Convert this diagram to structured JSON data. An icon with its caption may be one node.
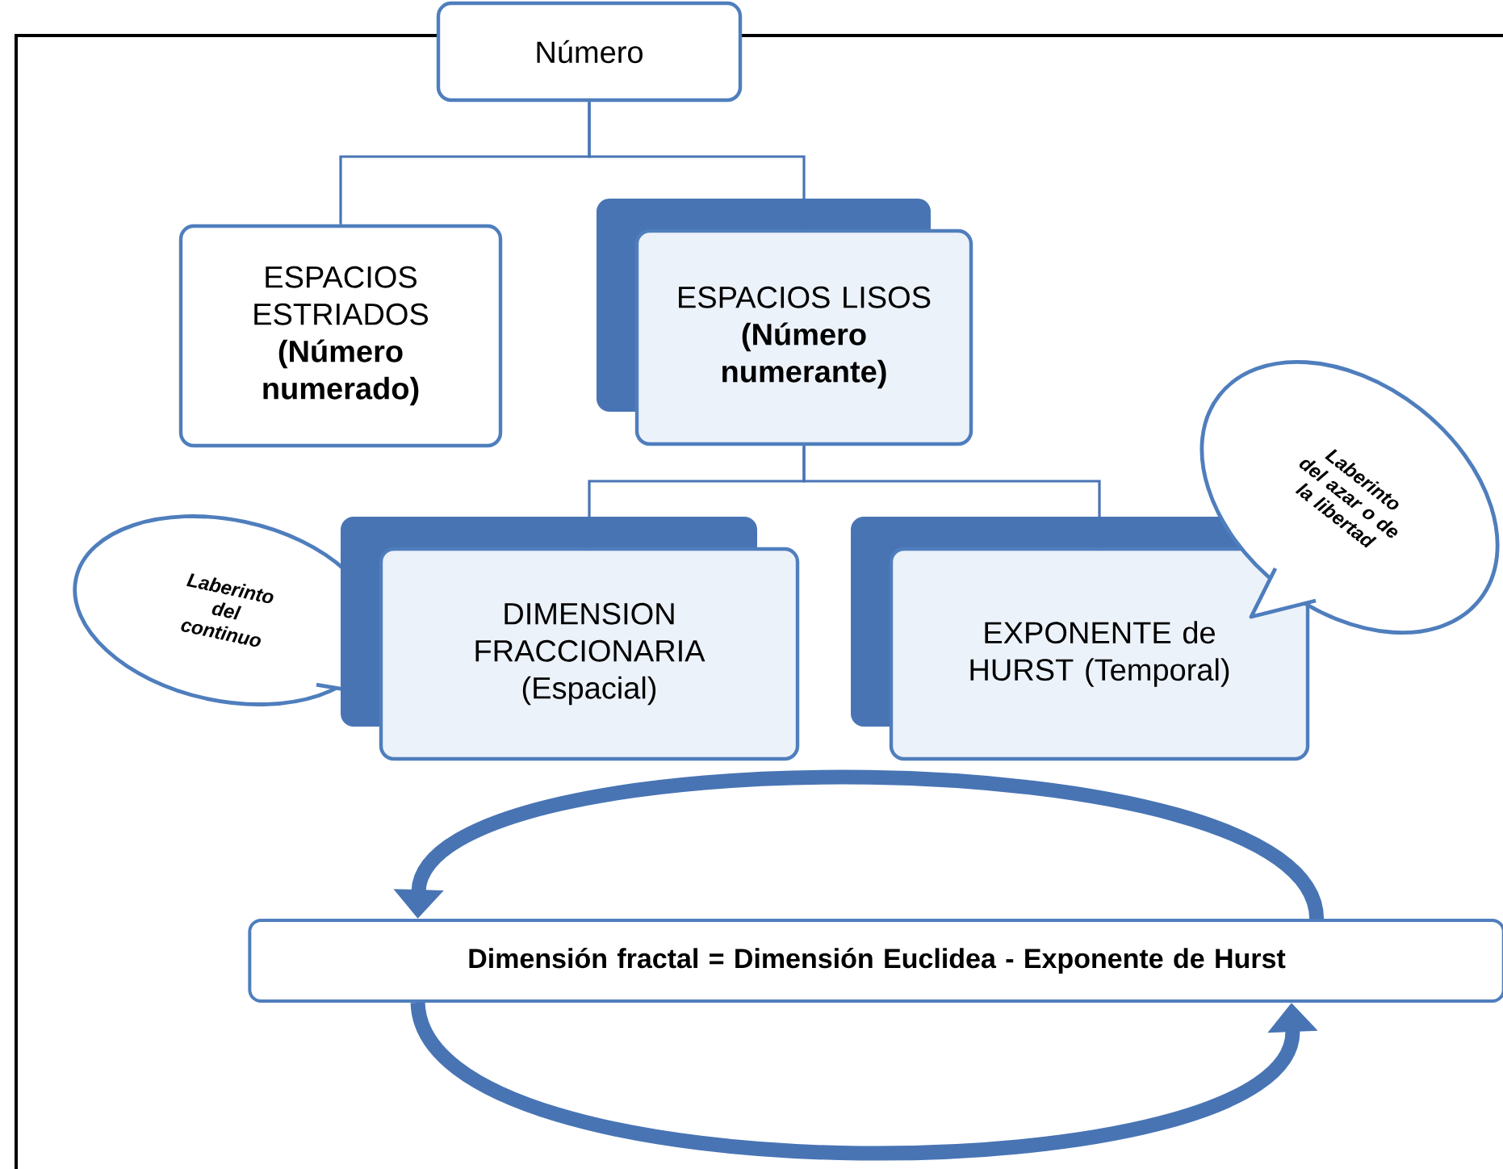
{
  "diagram": {
    "nodes": [
      {
        "text": [
          "Número"
        ]
      },
      {
        "text": [
          "ESPACIOS ESTRIADOS",
          "(Número numerado)"
        ]
      },
      {
        "text": [
          "ESPACIOS LISOS",
          "(Número numerante)"
        ]
      },
      {
        "text": [
          "Laberinto del continuo"
        ]
      },
      {
        "text": [
          "DIMENSION FRACCIONARIA (Espacial)"
        ]
      },
      {
        "text": [
          "EXPONENTE de HURST (Temporal)"
        ]
      },
      {
        "text": [
          "Laberinto del azar o de la libertad"
        ]
      },
      {
        "text": [
          "Dimensión fractal = Dimensión Euclidea  -  Exponente de Hurst"
        ]
      }
    ],
    "edges": [
      {
        "from": 0,
        "to": 1,
        "arrow": "none"
      },
      {
        "from": 0,
        "to": 2,
        "arrow": "none"
      },
      {
        "from": 2,
        "to": 4,
        "arrow": "none"
      },
      {
        "from": 2,
        "to": 5,
        "arrow": "none"
      },
      {
        "from": 7,
        "to": 7,
        "arrow": "to",
        "style": "thick"
      },
      {
        "from": 7,
        "to": 7,
        "arrow": "to",
        "style": "thick"
      }
    ]
  }
}
